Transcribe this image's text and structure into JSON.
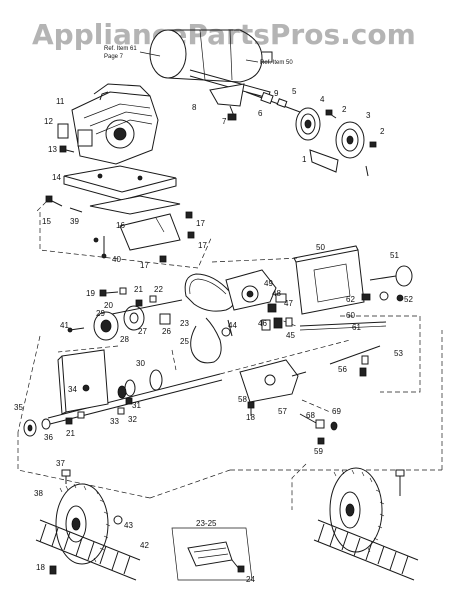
{
  "watermark": "AppliancePartsPros.com",
  "refs": {
    "ref_item_61": "Ref. Item 61",
    "page_7": "Page  7",
    "ref_item_50": "Ref. Item 50"
  },
  "callouts": {
    "c1": "1",
    "c2a": "2",
    "c2b": "2",
    "c3": "3",
    "c4": "4",
    "c5": "5",
    "c6": "6",
    "c7": "7",
    "c8": "8",
    "c9": "9",
    "c11": "11",
    "c12": "12",
    "c13": "13",
    "c14": "14",
    "c15": "15",
    "c16": "16",
    "c17a": "17",
    "c17b": "17",
    "c17c": "17",
    "c18a": "18",
    "c18b": "18",
    "c19": "19",
    "c20": "20",
    "c21a": "21",
    "c21b": "21",
    "c22": "22",
    "c23a": "23",
    "c23b": "23-25",
    "c24": "24",
    "c25": "25",
    "c26": "26",
    "c27": "27",
    "c28": "28",
    "c29": "29",
    "c30": "30",
    "c31": "31",
    "c32": "32",
    "c33": "33",
    "c34": "34",
    "c35": "35",
    "c36": "36",
    "c37": "37",
    "c38": "38",
    "c39": "39",
    "c40": "40",
    "c41": "41",
    "c42": "42",
    "c43": "43",
    "c44": "44",
    "c45": "45",
    "c46": "46",
    "c47": "47",
    "c48": "48",
    "c49": "49",
    "c50": "50",
    "c51": "51",
    "c52": "52",
    "c53": "53",
    "c56": "56",
    "c57": "57",
    "c58": "58",
    "c59": "59",
    "c60": "60",
    "c61": "61",
    "c62": "62",
    "c68": "68",
    "c69": "69"
  }
}
